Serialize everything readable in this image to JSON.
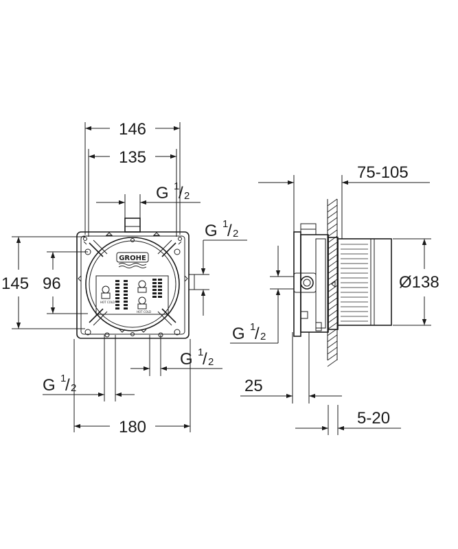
{
  "front_view": {
    "dims": {
      "width_outer": "146",
      "width_inner": "135",
      "height_outer": "145",
      "height_inner": "96",
      "total_width": "180"
    },
    "threads": {
      "top": {
        "g": "G",
        "num": "1",
        "den": "2"
      },
      "right": {
        "g": "G",
        "num": "1",
        "den": "2"
      },
      "bottom_right": {
        "g": "G",
        "num": "1",
        "den": "2"
      },
      "bottom_left": {
        "g": "G",
        "num": "1",
        "den": "2"
      }
    },
    "logo": "GROHE",
    "label_hot_cold": "HOT COLD"
  },
  "side_view": {
    "dims": {
      "depth_range": "75-105",
      "diameter": "Ø138",
      "offset": "25",
      "plaster_range": "5-20"
    },
    "thread": {
      "g": "G",
      "num": "1",
      "den": "2"
    }
  }
}
